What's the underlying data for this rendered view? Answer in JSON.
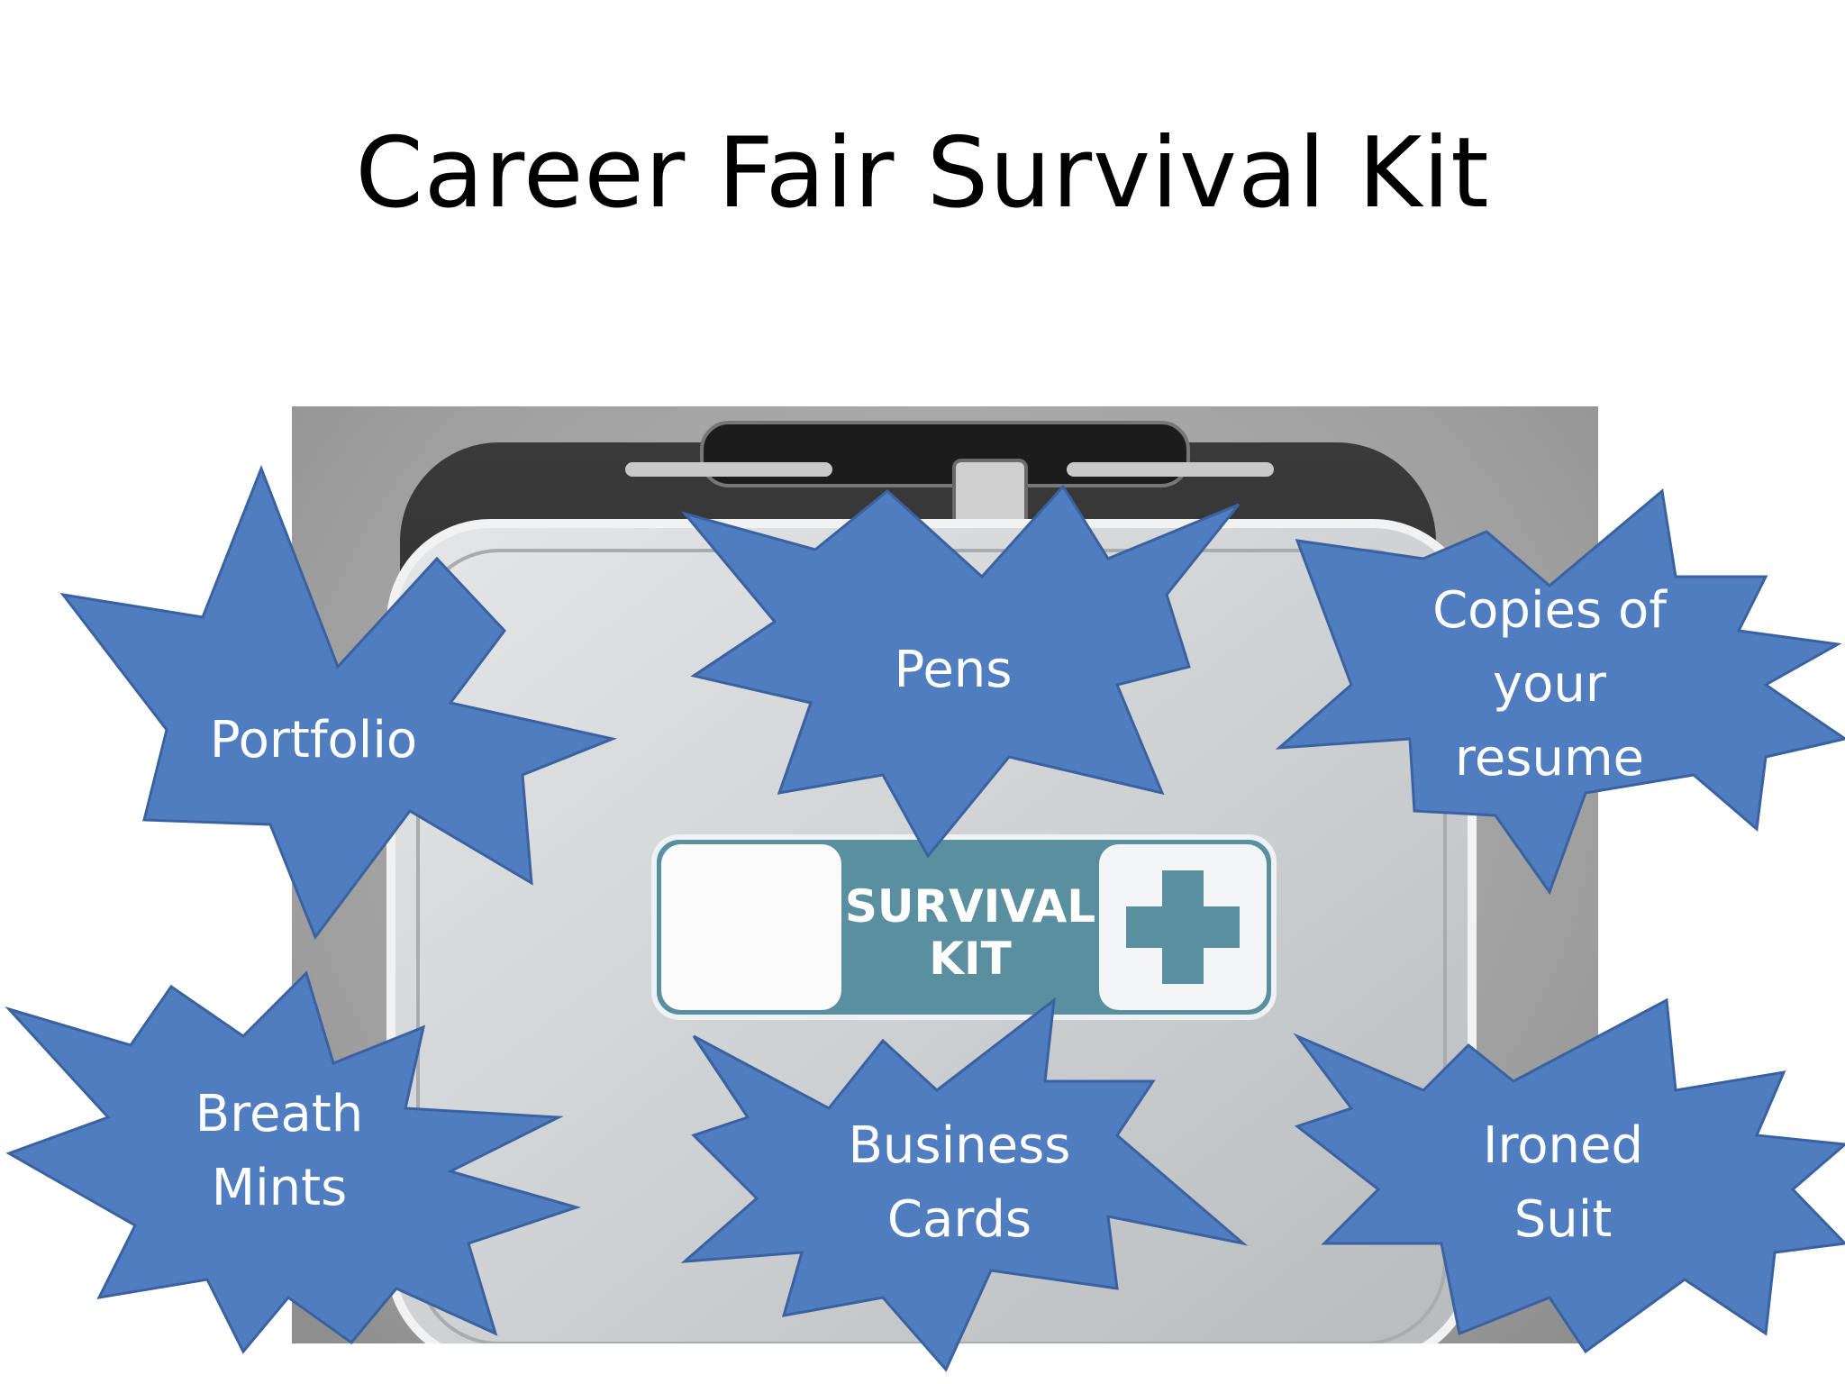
{
  "slide": {
    "title": "Career Fair Survival Kit"
  },
  "photo": {
    "kit_label_line1": "SURVIVAL",
    "kit_label_line2": "KIT"
  },
  "bursts": [
    {
      "id": "portfolio",
      "lines": [
        "Portfolio"
      ]
    },
    {
      "id": "pens",
      "lines": [
        "Pens"
      ]
    },
    {
      "id": "resume",
      "lines": [
        "Copies of",
        "your",
        "resume"
      ]
    },
    {
      "id": "mints",
      "lines": [
        "Breath",
        "Mints"
      ]
    },
    {
      "id": "cards",
      "lines": [
        "Business",
        "Cards"
      ]
    },
    {
      "id": "suit",
      "lines": [
        "Ironed",
        "Suit"
      ]
    }
  ],
  "colors": {
    "burst_fill": "#4f7dbf",
    "burst_stroke": "#3b62a0",
    "kit_teal": "#5a8fa0",
    "title": "#000000"
  }
}
